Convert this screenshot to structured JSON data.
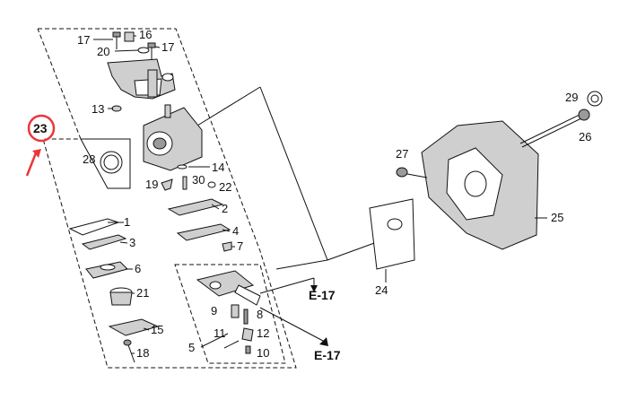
{
  "callouts": {
    "c1": "1",
    "c2": "2",
    "c3": "3",
    "c4": "4",
    "c5": "5",
    "c6": "6",
    "c7": "7",
    "c8": "8",
    "c9": "9",
    "c10": "10",
    "c11": "11",
    "c12": "12",
    "c13": "13",
    "c14": "14",
    "c15": "15",
    "c16": "16",
    "c17a": "17",
    "c17b": "17",
    "c18": "18",
    "c19": "19",
    "c20": "20",
    "c21": "21",
    "c22": "22",
    "c23": "23",
    "c24": "24",
    "c25": "25",
    "c26": "26",
    "c27": "27",
    "c28": "28",
    "c29": "29",
    "c30": "30"
  },
  "references": {
    "e17_upper": "E-17",
    "e17_lower": "E-17"
  },
  "colors": {
    "highlight": "#e8383d",
    "line": "#111111",
    "fill_gray": "#cfcfcf"
  }
}
